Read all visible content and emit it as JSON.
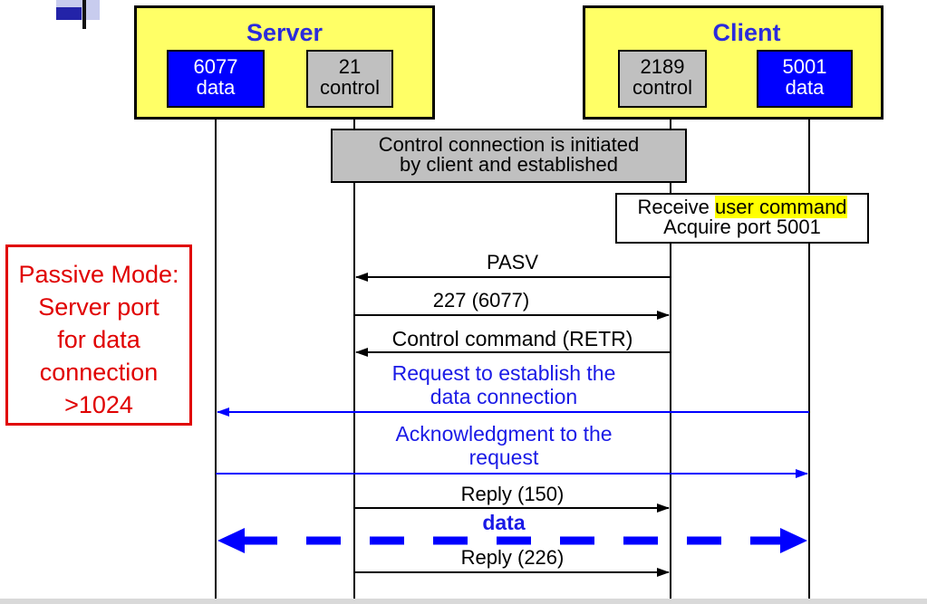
{
  "server": {
    "title": "Server",
    "data_port": {
      "number": "6077",
      "label": "data"
    },
    "control_port": {
      "number": "21",
      "label": "control"
    }
  },
  "client": {
    "title": "Client",
    "control_port": {
      "number": "2189",
      "label": "control"
    },
    "data_port": {
      "number": "5001",
      "label": "data"
    }
  },
  "notes": {
    "control_connection": {
      "line1": "Control connection is initiated",
      "line2": "by client and established"
    },
    "client_action": {
      "line1_prefix": "Receive ",
      "line1_highlight": "user command",
      "line2": "Acquire port 5001"
    }
  },
  "side_note": {
    "lines": [
      "Passive Mode:",
      "Server port",
      "for data",
      "connection",
      ">1024"
    ]
  },
  "messages": {
    "pasv": "PASV",
    "reply_227": "227  (6077)",
    "retr": "Control command (RETR)",
    "request_line1": "Request to establish the",
    "request_line2": "data connection",
    "ack_line1": "Acknowledgment to the",
    "ack_line2": "request",
    "reply_150": "Reply (150)",
    "data": "data",
    "reply_226": "Reply (226)"
  },
  "colors": {
    "host_fill": "#ffff66",
    "data_port_fill": "#0000ff",
    "control_port_fill": "#c0c0c0",
    "blue_text": "#1a1ae6",
    "blue_arrow": "#0000ff",
    "side_note": "#e00000",
    "highlight": "#ffff00"
  }
}
